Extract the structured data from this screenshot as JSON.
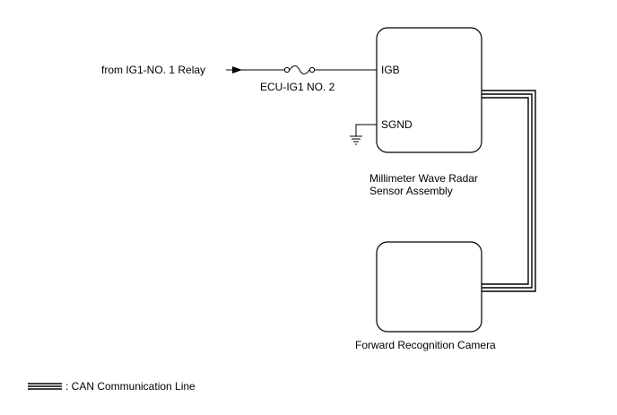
{
  "source": {
    "label": "from IG1-NO. 1 Relay"
  },
  "fuse": {
    "label": "ECU-IG1 NO. 2"
  },
  "radar": {
    "pin_power": "IGB",
    "pin_ground": "SGND",
    "name_line1": "Millimeter Wave Radar",
    "name_line2": "Sensor Assembly"
  },
  "camera": {
    "name": "Forward Recognition Camera"
  },
  "legend": {
    "can_line": ": CAN Communication Line"
  },
  "colors": {
    "line": "#000000",
    "background": "#ffffff"
  }
}
